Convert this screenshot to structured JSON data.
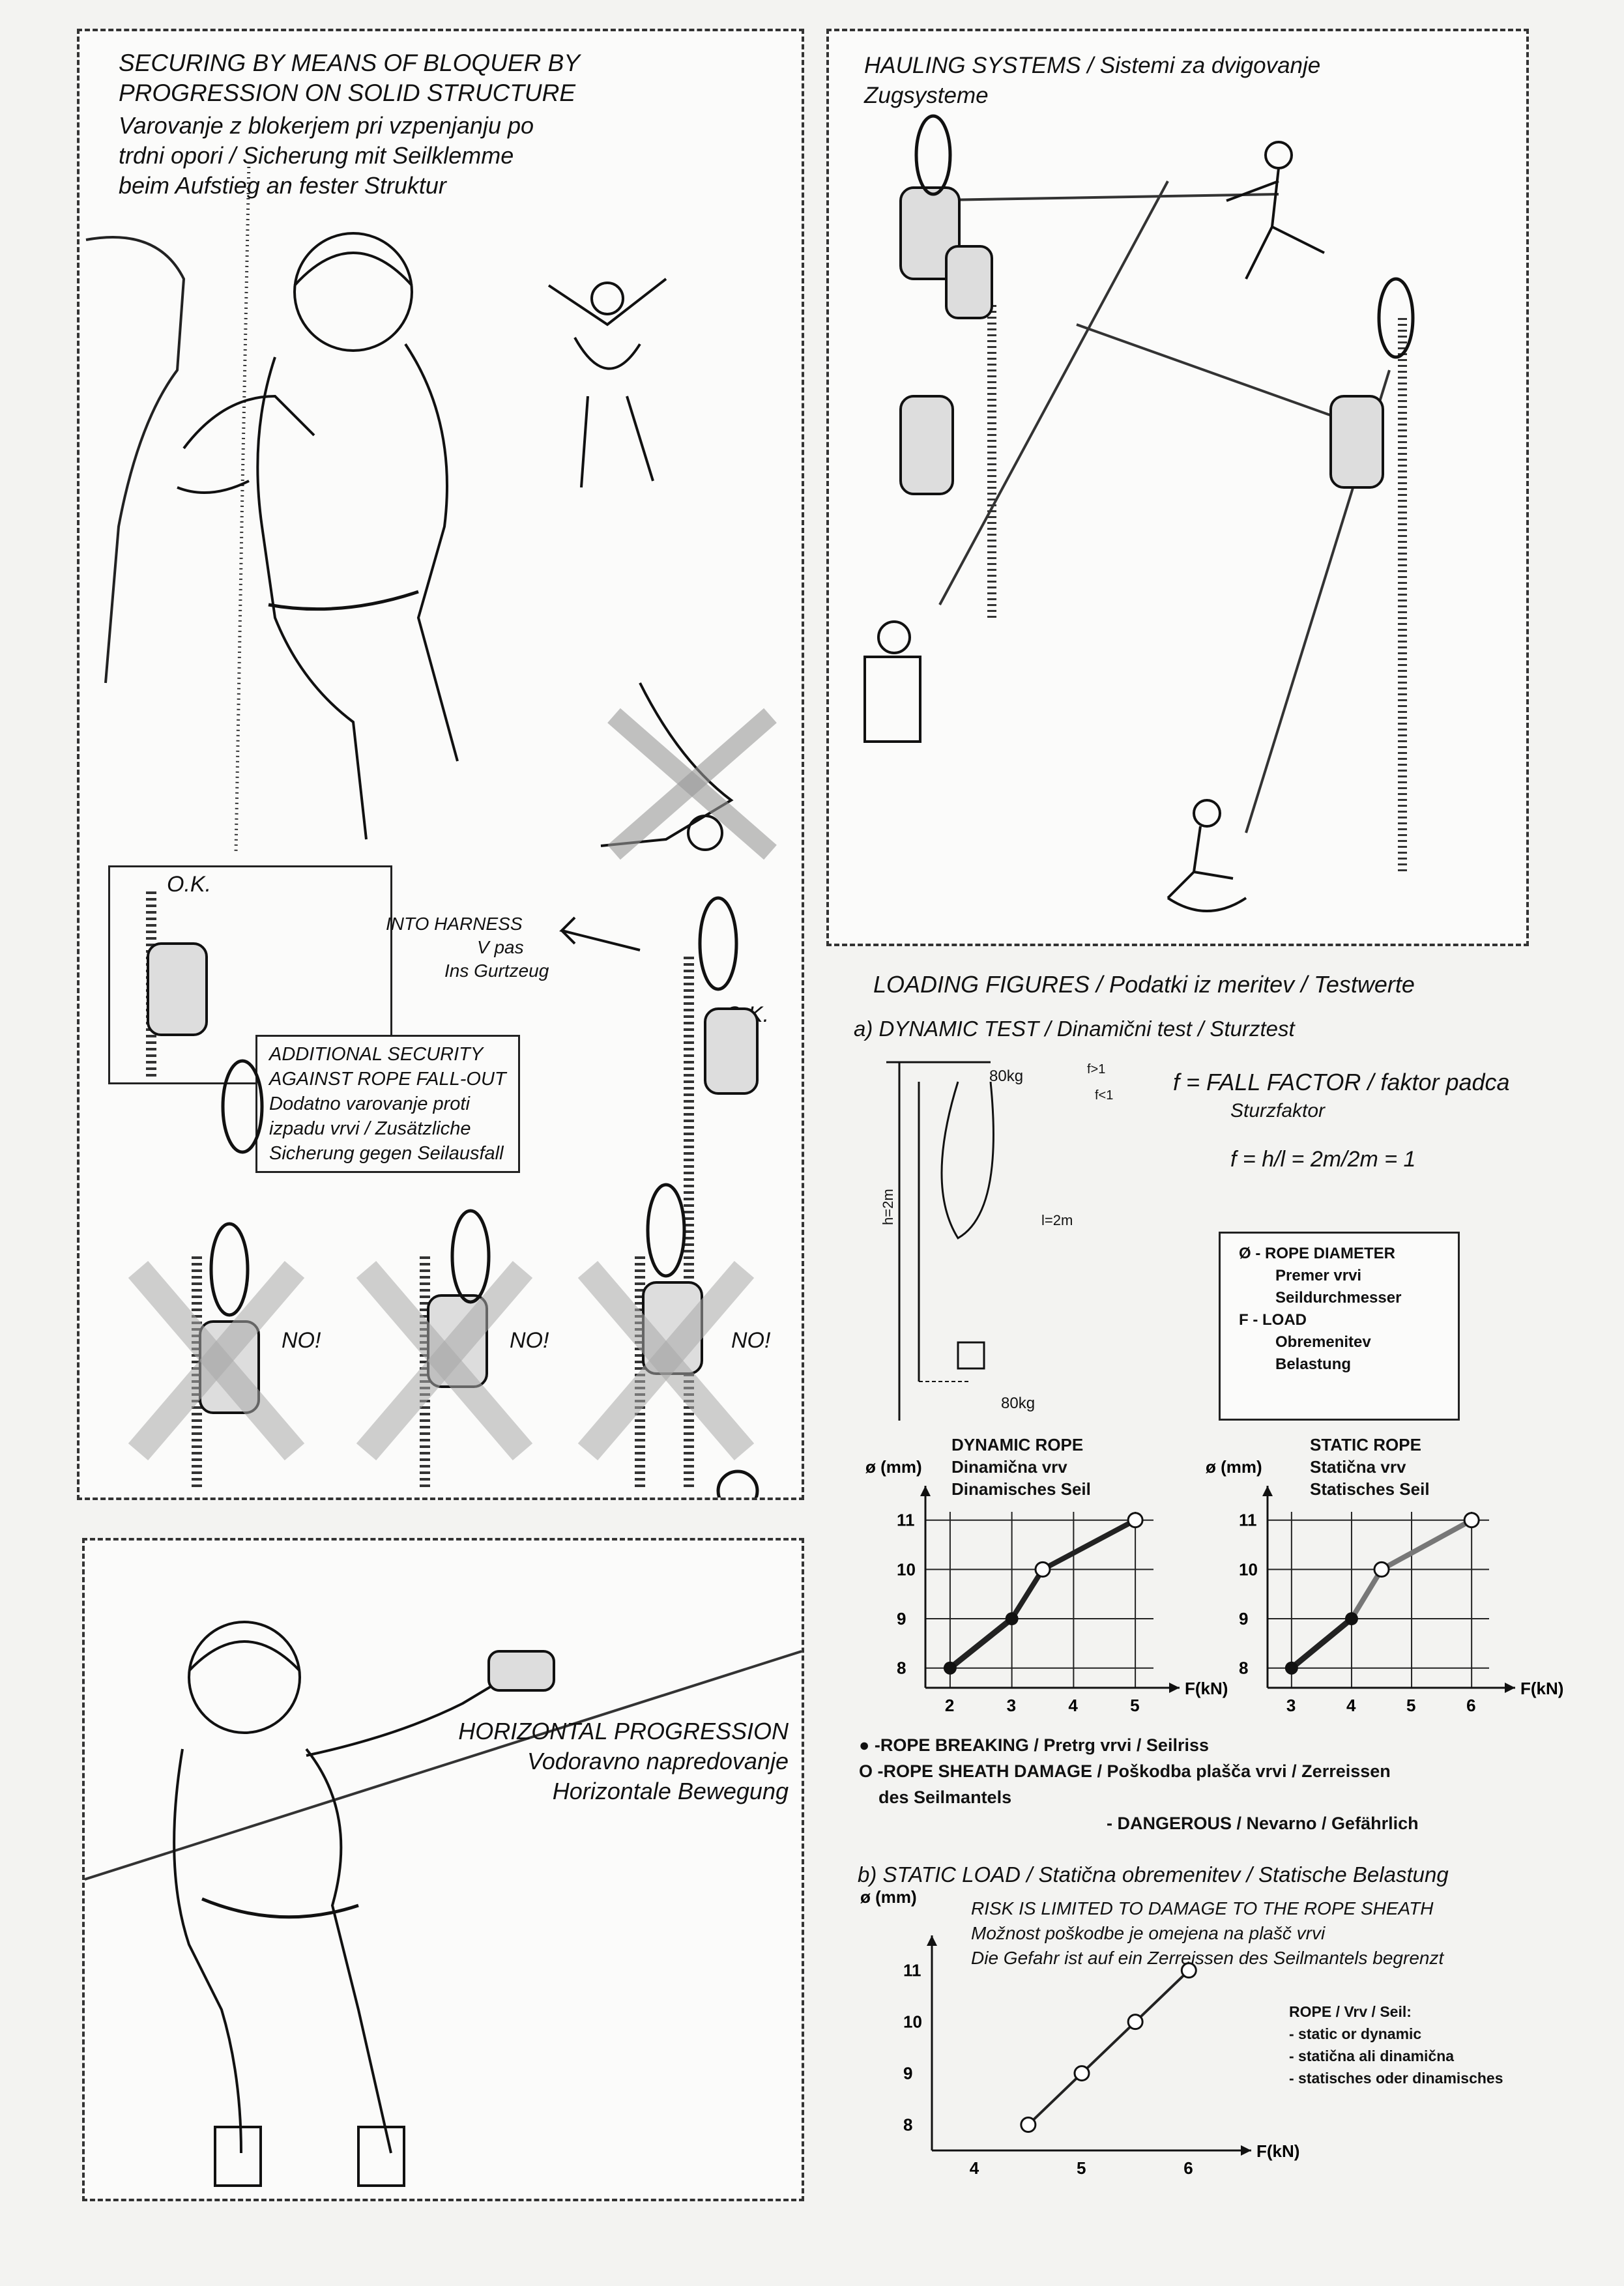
{
  "left_top_panel": {
    "title_lines": [
      "SECURING BY MEANS OF BLOQUER BY",
      "PROGRESSION ON SOLID STRUCTURE"
    ],
    "subtitle_lines": [
      "Varovanje z blokerjem pri vzpenjanju po",
      "trdni opori / Sicherung mit Seilklemme",
      "beim Aufstieg an fester Struktur"
    ]
  },
  "harness_labels": {
    "ok_left": "O.K.",
    "into_harness": "INTO HARNESS",
    "v_pas": "V pas",
    "ins_gurtzeug": "Ins Gurtzeug",
    "ok_right": "O.K."
  },
  "additional_security": {
    "lines": [
      "ADDITIONAL SECURITY",
      "AGAINST ROPE FALL-OUT",
      "Dodatno varovanje proti",
      "izpadu vrvi / Zusätzliche",
      "Sicherung gegen Seilausfall"
    ]
  },
  "no_labels": [
    "NO!",
    "NO!",
    "NO!"
  ],
  "horizontal": {
    "lines": [
      "HORIZONTAL PROGRESSION",
      "Vodoravno napredovanje",
      "Horizontale Bewegung"
    ]
  },
  "hauling": {
    "title_lines": [
      "HAULING SYSTEMS / Sistemi za dvigovanje",
      "Zugsysteme"
    ]
  },
  "loading": {
    "title": "LOADING FIGURES / Podatki iz meritev / Testwerte",
    "dynamic_title": "a) DYNAMIC TEST / Dinamični test / Sturztest",
    "mass_label": "80kg",
    "h_label": "h=2m",
    "l_label": "l=2m",
    "f_gt": "f>1",
    "f_lt": "f<1",
    "fall_factor": "f  =  FALL FACTOR / faktor padca",
    "sturzfaktor": "Sturzfaktor",
    "formula": "f = h/l = 2m/2m = 1",
    "legend_box": [
      "Ø - ROPE DIAMETER",
      "Premer vrvi",
      "Seildurchmesser",
      "F - LOAD",
      "Obremenitev",
      "Belastung"
    ],
    "static_title": "b) STATIC LOAD / Statična obremenitev / Statische Belastung",
    "static_note": [
      "RISK IS LIMITED TO DAMAGE TO THE ROPE SHEATH",
      "Možnost poškodbe je omejena na plašč vrvi",
      "Die Gefahr ist auf ein Zerreissen des Seilmantels begrenzt"
    ],
    "static_rope_legend": [
      "ROPE / Vrv / Seil:",
      "- static or dynamic",
      "- statična ali dinamična",
      "- statisches oder dinamisches"
    ],
    "key": {
      "breaking": "-ROPE BREAKING / Pretrg vrvi / Seilriss",
      "sheath": "-ROPE SHEATH DAMAGE / Poškodba plašča vrvi / Zerreissen",
      "sheath2": "des Seilmantels",
      "dangerous": "- DANGEROUS / Nevarno / Gefährlich"
    }
  },
  "chart_data": [
    {
      "type": "line",
      "title": "DYNAMIC ROPE",
      "subtitle": [
        "Dinamična vrv",
        "Dinamisches Seil"
      ],
      "ylabel": "ø (mm)",
      "xlabel": "F(kN)",
      "xlim": [
        1.6,
        5.4
      ],
      "ylim": [
        7.6,
        11.3
      ],
      "xticks": [
        2,
        3,
        4,
        5
      ],
      "yticks": [
        8,
        9,
        10,
        11
      ],
      "grid": true,
      "series": [
        {
          "x": [
            2,
            3,
            3.5,
            5
          ],
          "y": [
            8,
            9,
            10,
            11
          ]
        }
      ],
      "markers": {
        "filled": [
          [
            2,
            8
          ],
          [
            3,
            9
          ]
        ],
        "open": [
          [
            3.5,
            10
          ],
          [
            5,
            11
          ]
        ]
      },
      "dangerous_segment": [
        [
          2,
          8
        ],
        [
          3,
          9
        ]
      ]
    },
    {
      "type": "line",
      "title": "STATIC ROPE",
      "subtitle": [
        "Statična vrv",
        "Statisches Seil"
      ],
      "ylabel": "ø (mm)",
      "xlabel": "F(kN)",
      "xlim": [
        2.6,
        6.4
      ],
      "ylim": [
        7.6,
        11.3
      ],
      "xticks": [
        3,
        4,
        5,
        6
      ],
      "yticks": [
        8,
        9,
        10,
        11
      ],
      "grid": true,
      "series": [
        {
          "x": [
            3,
            4,
            4.5,
            6
          ],
          "y": [
            8,
            9,
            10,
            11
          ]
        }
      ],
      "markers": {
        "filled": [
          [
            3,
            8
          ],
          [
            4,
            9
          ]
        ],
        "open": [
          [
            4.5,
            10
          ],
          [
            6,
            11
          ]
        ]
      },
      "dangerous_segment": [
        [
          3,
          8
        ],
        [
          4,
          9
        ]
      ]
    },
    {
      "type": "line",
      "title": "",
      "ylabel": "ø (mm)",
      "xlabel": "F(kN)",
      "xlim": [
        3.6,
        6.4
      ],
      "ylim": [
        7.5,
        11.3
      ],
      "xticks": [
        4,
        5,
        6
      ],
      "yticks": [
        8,
        9,
        10,
        11
      ],
      "grid": false,
      "series": [
        {
          "x": [
            4.5,
            5,
            5.5,
            6
          ],
          "y": [
            8,
            9,
            10,
            11
          ]
        }
      ],
      "markers": {
        "filled": [],
        "open": [
          [
            4.5,
            8
          ],
          [
            5,
            9
          ],
          [
            5.5,
            10
          ],
          [
            6,
            11
          ]
        ]
      }
    }
  ]
}
